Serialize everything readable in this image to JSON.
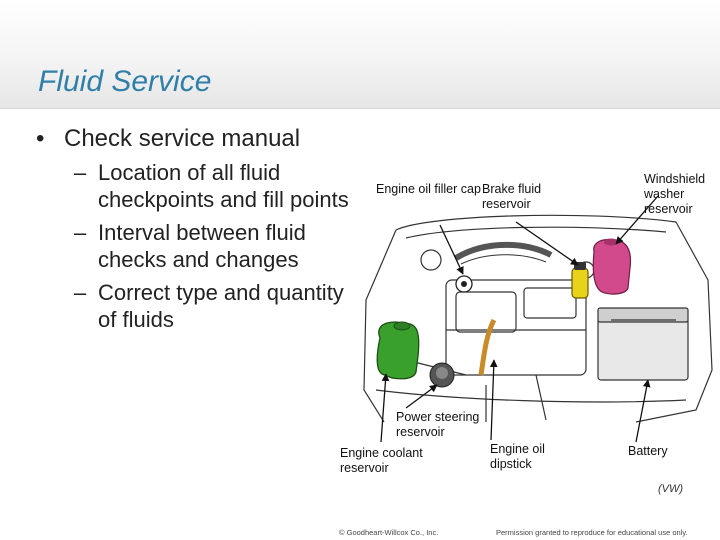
{
  "slide": {
    "title": "Fluid Service",
    "bullet_glyph": "•",
    "dash_glyph": "–",
    "bullet": "Check service manual",
    "sub_bullets": [
      "Location of all fluid checkpoints and fill points",
      "Interval between fluid checks and changes",
      "Correct type and quantity of fluids"
    ]
  },
  "figure": {
    "labels": {
      "engine_oil_filler_cap": "Engine oil filler cap",
      "brake_fluid_reservoir": "Brake fluid reservoir",
      "windshield_washer_reservoir": "Windshield washer reservoir",
      "power_steering_reservoir": "Power steering reservoir",
      "engine_coolant_reservoir": "Engine coolant reservoir",
      "engine_oil_dipstick": "Engine oil dipstick",
      "battery": "Battery"
    },
    "credit": "(VW)",
    "colors": {
      "coolant": "#3aa02c",
      "washer": "#d24a8c",
      "brake": "#e8d21a"
    }
  },
  "footer": {
    "copyright": "© Goodheart-Willcox Co., Inc.",
    "permission": "Permission granted to reproduce for educational use only."
  }
}
